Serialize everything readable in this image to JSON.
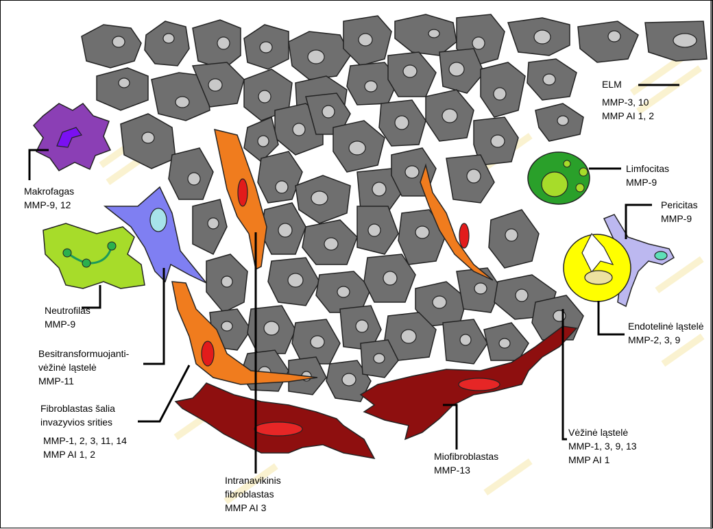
{
  "labels": {
    "elm": [
      "ELM",
      "MMP-3, 10",
      "MMP AI 1, 2"
    ],
    "makrofagas": [
      "Makrofagas",
      "MMP-9, 12"
    ],
    "limfocitas": [
      "Limfocitas",
      "MMP-9"
    ],
    "pericitas": [
      "Pericitas",
      "MMP-9"
    ],
    "neutrofilas": [
      "Neutrofilas",
      "MMP-9"
    ],
    "besitransformuojanti": [
      "Besitransformuojanti-",
      "vėžinė ląstelė",
      "MMP-11"
    ],
    "endoteline": [
      "Endotelinė ląstelė",
      "MMP-2, 3, 9"
    ],
    "fibroblastas_salia": [
      "Fibroblastas šalia",
      "invazyvios srities"
    ],
    "fibroblastas_salia_mmp": [
      "MMP-1, 2, 3, 11, 14",
      "MMP AI 1, 2"
    ],
    "vezine": [
      "Vėžinė ląstelė",
      "MMP-1, 3, 9, 13",
      "MMP AI 1"
    ],
    "miofibroblastas": [
      "Miofibroblastas",
      "MMP-13"
    ],
    "intranavikinis": [
      "Intranavikinis",
      "fibroblastas",
      "MMP AI 3"
    ]
  },
  "colors": {
    "tumor_cell": "#6f6f6f",
    "tumor_nucleus": "#c9c9c9",
    "fibroblast": "#f07c1e",
    "fibroblast_nucleus": "#e21b1b",
    "myofibroblast": "#8e0f0f",
    "macrophage": "#8b3fb5",
    "lymphocyte": "#2aa02a",
    "neutrophil": "#a7dc2a",
    "transforming_cell": "#7f7ff2",
    "endothelial": "#ffff00",
    "pericyte": "#bcb8f0"
  }
}
